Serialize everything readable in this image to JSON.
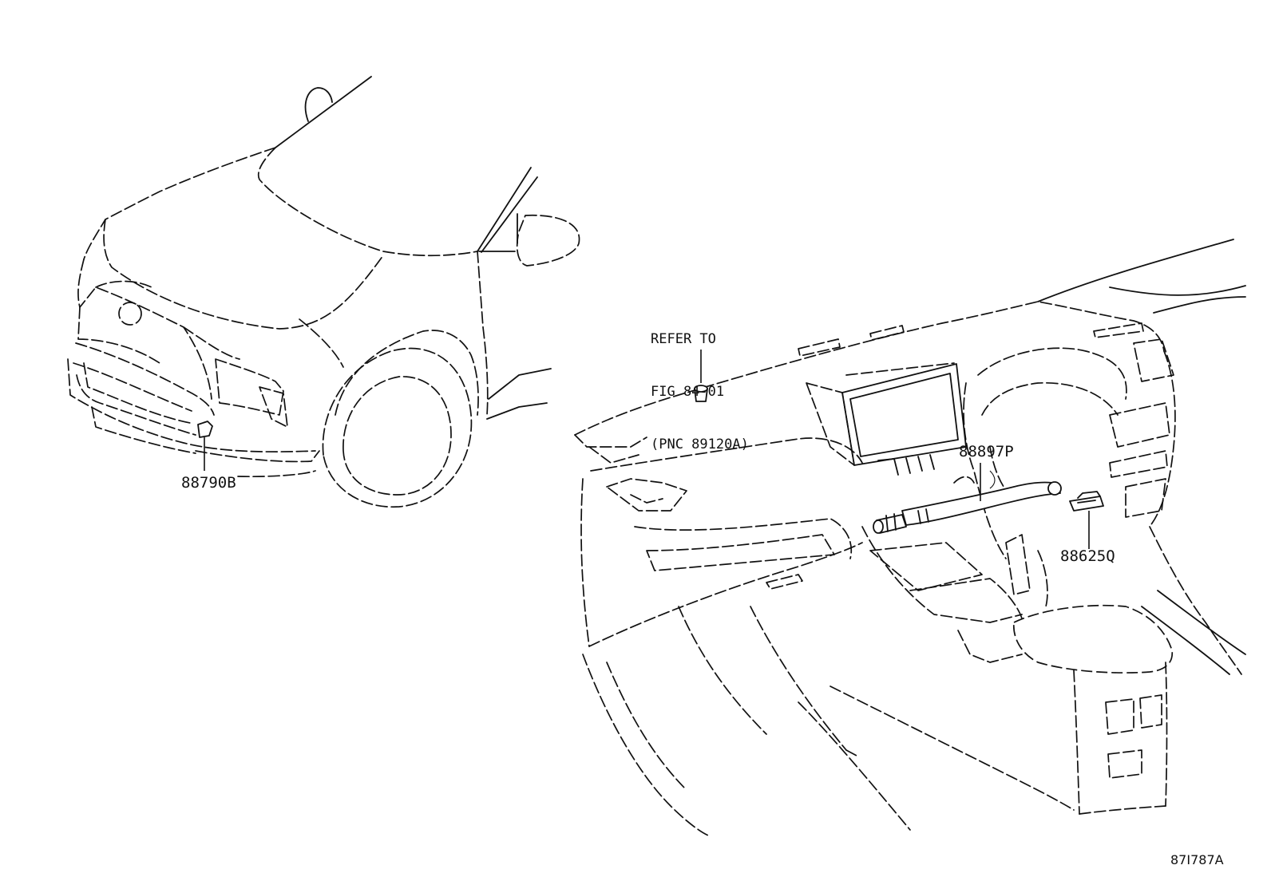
{
  "parts": {
    "front_sensor": "88790B",
    "cable_assembly": "88897P",
    "connector": "88625Q"
  },
  "reference_note": {
    "line1": "REFER TO",
    "line2": "FIG 84-01",
    "line3": "(PNC 89120A)"
  },
  "figure_id": "87I787A"
}
